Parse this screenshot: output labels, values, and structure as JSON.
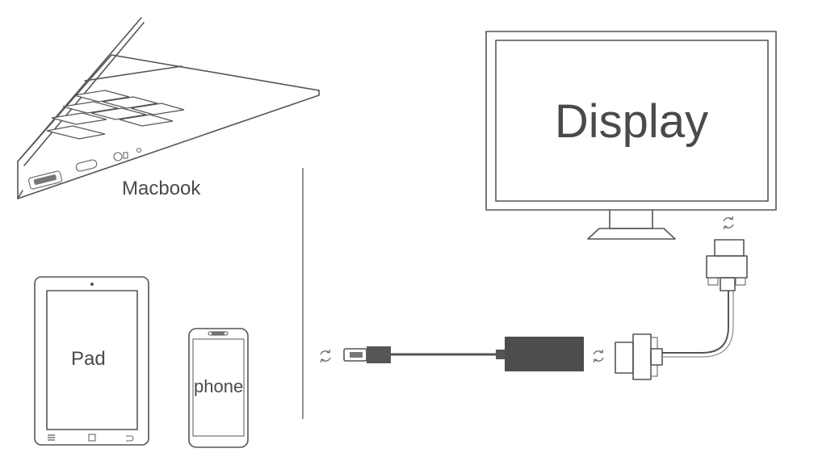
{
  "labels": {
    "macbook": "Macbook",
    "display": "Display",
    "pad": "Pad",
    "phone": "phone"
  },
  "colors": {
    "line": "#555555",
    "adapter_body": "#4d4d4d",
    "text": "#4a4a4a"
  },
  "icons": [
    "rotate-icon",
    "rotate-icon",
    "rotate-icon"
  ]
}
